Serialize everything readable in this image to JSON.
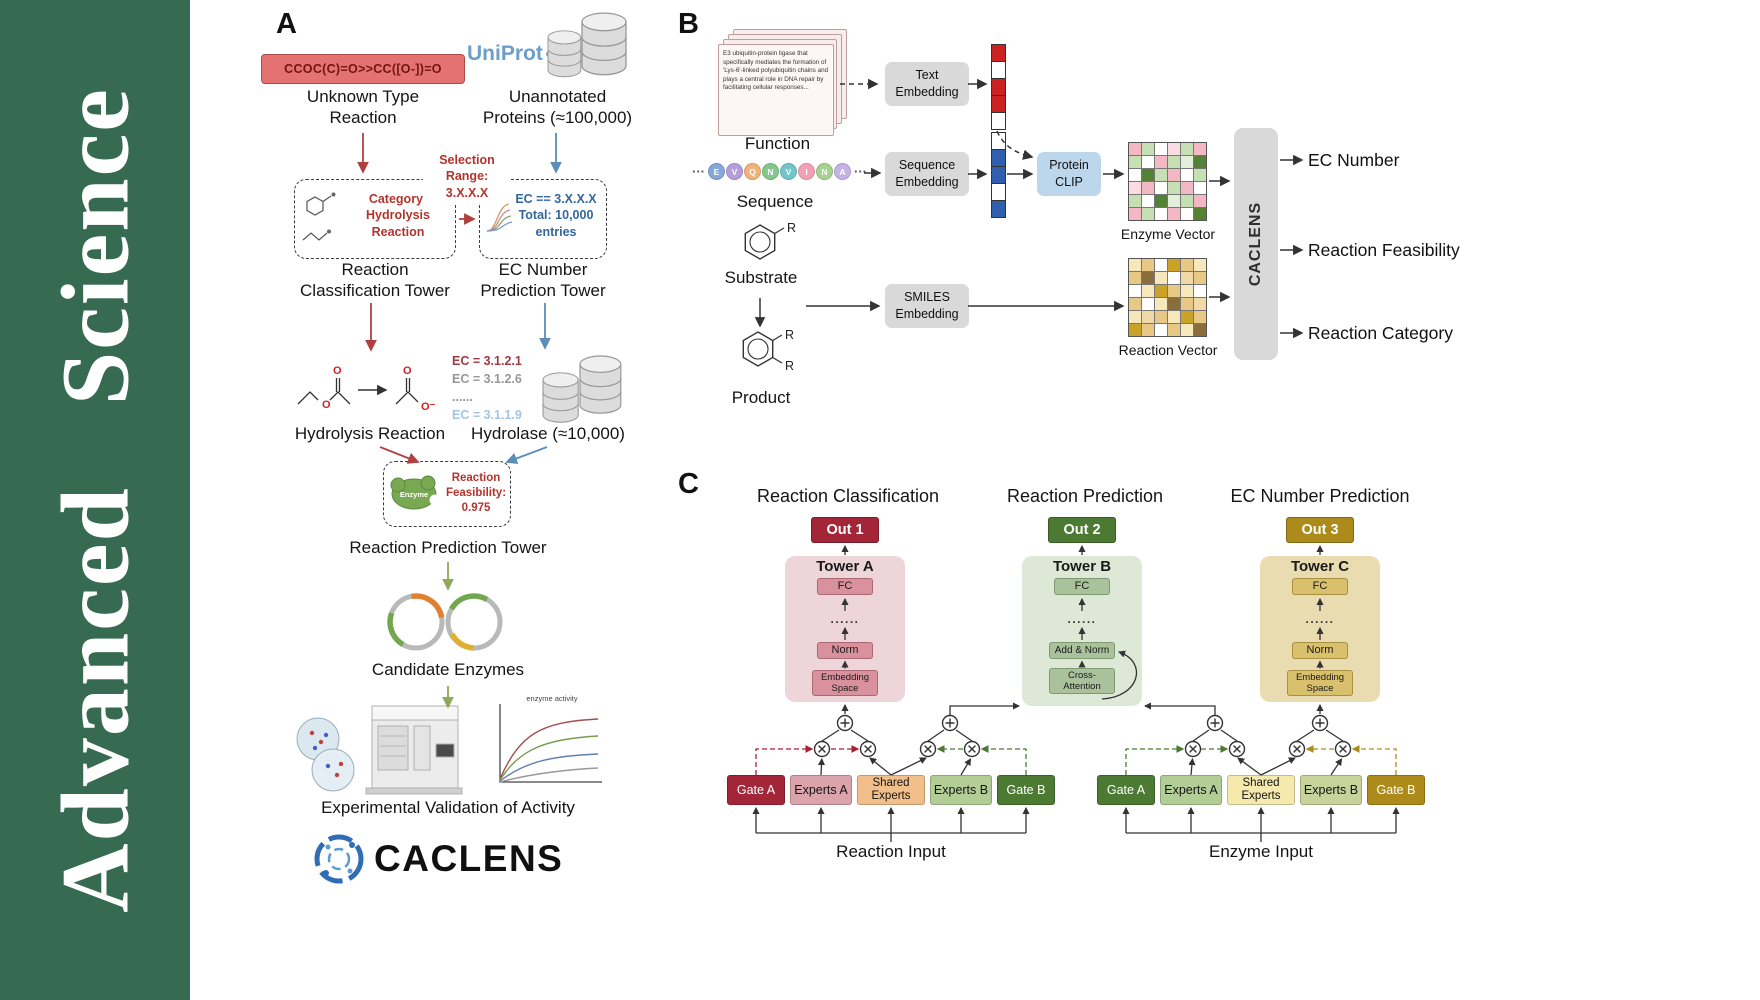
{
  "colors": {
    "sidebar_green": "#366b51",
    "accent_red": "#b04040",
    "accent_blue": "#5b8db8",
    "accent_olive": "#8fa85a"
  },
  "sidebar": {
    "journal_name": "Advanced Science"
  },
  "panelA": {
    "label": "A",
    "smiles": "CCOC(C)=O>>CC([O-])=O",
    "unknown_reaction_label": "Unknown Type\nReaction",
    "uniprot_label": "UniProt",
    "unannotated_label": "Unannotated\nProteins (≈100,000)",
    "category_box_label": "Category:\nHydrolysis\nReaction",
    "selection_label": "Selection\nRange:\n3.X.X.X",
    "ec_range_box_label": "EC == 3.X.X.X\nTotal: 10,000\nentries",
    "reaction_classification_tower": "Reaction\nClassification Tower",
    "ec_prediction_tower": "EC Number\nPrediction Tower",
    "ec_list": [
      "EC = 3.1.2.1",
      "EC = 3.1.2.6",
      "......",
      "EC = 3.1.1.9"
    ],
    "hydrolysis_label": "Hydrolysis Reaction",
    "hydrolase_label": "Hydrolase (≈10,000)",
    "enzyme_blob_label": "Enzyme",
    "feasibility_label": "Reaction\nFeasibility:\n0.975",
    "reaction_prediction_tower": "Reaction Prediction Tower",
    "candidate_enzymes": "Candidate Enzymes",
    "activity_plot_title": "enzyme activity",
    "validation_label": "Experimental Validation of Activity",
    "logo_text": "CACLENS",
    "atoms": {
      "o": "O",
      "o_minus": "O⁻"
    }
  },
  "panelB": {
    "label": "B",
    "function_card_text": "E3 ubiquitin-protein ligase that specifically mediates the formation of 'Lys-6'-linked polyubiquitin chains and plays a central role in DNA repair by facilitating cellular responses...",
    "function_label": "Function",
    "text_embedding": "Text\nEmbedding",
    "sequence": {
      "ellipsis": "···",
      "letters": [
        "E",
        "V",
        "Q",
        "N",
        "V",
        "I",
        "N",
        "A"
      ],
      "colors": [
        "#85a8d8",
        "#b39ddb",
        "#f0b27a",
        "#82c78c",
        "#72c5c9",
        "#f2a0b5",
        "#a5d28f",
        "#c5b3e6"
      ]
    },
    "sequence_label": "Sequence",
    "sequence_embedding": "Sequence\nEmbedding",
    "protein_clip": "Protein\nCLIP",
    "text_vector": {
      "palette": {
        "r": "#cc2222",
        "w": "#ffffff"
      },
      "cells": [
        "r",
        "w",
        "r",
        "r",
        "w"
      ]
    },
    "seq_vector": {
      "palette": {
        "b": "#2f5fae",
        "w": "#ffffff"
      },
      "cells": [
        "w",
        "b",
        "b",
        "w",
        "b"
      ]
    },
    "enzyme_vector": {
      "label": "Enzyme Vector",
      "palette": {
        "g": "#c6e0b4",
        "p": "#f4b8c4",
        "w": "#ffffff",
        "G": "#538135",
        "P": "#fadce2",
        "e": "#e2efda"
      },
      "grid": [
        [
          "p",
          "g",
          "w",
          "P",
          "g",
          "p"
        ],
        [
          "g",
          "w",
          "p",
          "g",
          "e",
          "G"
        ],
        [
          "w",
          "G",
          "g",
          "p",
          "w",
          "g"
        ],
        [
          "P",
          "p",
          "w",
          "g",
          "p",
          "w"
        ],
        [
          "g",
          "w",
          "G",
          "e",
          "g",
          "p"
        ],
        [
          "p",
          "g",
          "w",
          "p",
          "w",
          "G"
        ]
      ]
    },
    "substrate_label": "Substrate",
    "product_label": "Product",
    "r_group": "R",
    "smiles_embedding": "SMILES\nEmbedding",
    "reaction_vector": {
      "label": "Reaction Vector",
      "palette": {
        "t": "#e7c985",
        "y": "#f6e8bb",
        "w": "#ffffff",
        "B": "#8a6d3b",
        "G": "#c9a227",
        "o": "#f0d9a6"
      },
      "grid": [
        [
          "y",
          "t",
          "w",
          "G",
          "t",
          "y"
        ],
        [
          "t",
          "B",
          "y",
          "w",
          "o",
          "t"
        ],
        [
          "w",
          "y",
          "G",
          "t",
          "y",
          "w"
        ],
        [
          "t",
          "w",
          "y",
          "B",
          "t",
          "o"
        ],
        [
          "y",
          "o",
          "t",
          "y",
          "G",
          "t"
        ],
        [
          "G",
          "t",
          "w",
          "t",
          "y",
          "B"
        ]
      ]
    },
    "caclens_label": "CACLENS",
    "outputs": [
      "EC Number",
      "Reaction Feasibility",
      "Reaction Category"
    ]
  },
  "panelC": {
    "label": "C",
    "titles": [
      "Reaction Classification",
      "Reaction Prediction",
      "EC Number Prediction"
    ],
    "outs": [
      "Out 1",
      "Out 2",
      "Out 3"
    ],
    "towers": [
      {
        "name": "Tower A",
        "fc": "FC",
        "dots": "......",
        "norm": "Norm",
        "bottom": "Embedding\nSpace"
      },
      {
        "name": "Tower B",
        "fc": "FC",
        "dots": "......",
        "norm": "Add & Norm",
        "bottom": "Cross-\nAttention"
      },
      {
        "name": "Tower C",
        "fc": "FC",
        "dots": "......",
        "norm": "Norm",
        "bottom": "Embedding\nSpace"
      }
    ],
    "reaction_group": {
      "gate_a": "Gate A",
      "experts_a": "Experts A",
      "shared": "Shared\nExperts",
      "experts_b": "Experts B",
      "gate_b": "Gate B",
      "input": "Reaction Input"
    },
    "enzyme_group": {
      "gate_a": "Gate A",
      "experts_a": "Experts A",
      "shared": "Shared\nExperts",
      "experts_b": "Experts B",
      "gate_b": "Gate B",
      "input": "Enzyme Input"
    }
  }
}
